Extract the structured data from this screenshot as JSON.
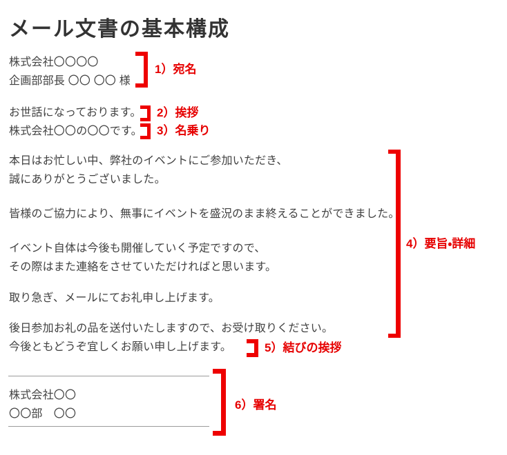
{
  "title": "メール文書の基本構成",
  "colors": {
    "accent_red": "#ee0000",
    "label_red": "#e60000",
    "body_text": "#414141",
    "title_text": "#333333",
    "divider": "#9a9a9a",
    "background": "#ffffff"
  },
  "email": {
    "recipient_lines": [
      "株式会社〇〇〇〇",
      "企画部部長 〇〇 〇〇 様"
    ],
    "greeting": "お世話になっております。",
    "self_introduction": "株式会社〇〇の〇〇です。",
    "body_lines": [
      "本日はお忙しい中、弊社のイベントにご参加いただき、",
      "誠にありがとうございました。",
      "皆様のご協力により、無事にイベントを盛況のまま終えることができました。",
      "イベント自体は今後も開催していく予定ですので、",
      "その際はまた連絡をさせていただければと思います。",
      "取り急ぎ、メールにてお礼申し上げます。",
      "後日参加お礼の品を送付いたしますので、お受け取りください。",
      "今後ともどうぞ宜しくお願い申し上げます。"
    ],
    "signature_lines": [
      "株式会社〇〇",
      "〇〇部　〇〇"
    ]
  },
  "annotations": [
    {
      "label": "1）宛名"
    },
    {
      "label": "2）挨拶"
    },
    {
      "label": "3）名乗り"
    },
    {
      "label": "4）要旨・詳細"
    },
    {
      "label": "5）結びの挨拶"
    },
    {
      "label": "6）署名"
    }
  ]
}
